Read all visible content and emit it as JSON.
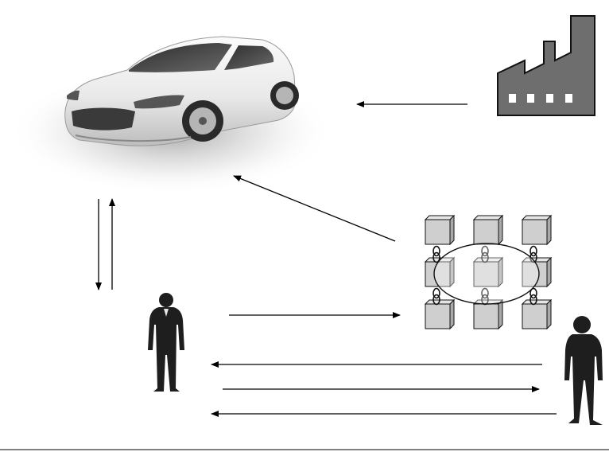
{
  "diagram": {
    "nodes": [
      {
        "id": "car",
        "icon": "car-icon"
      },
      {
        "id": "factory",
        "icon": "factory-icon"
      },
      {
        "id": "blockchain",
        "icon": "blockchain-icon"
      },
      {
        "id": "owner",
        "icon": "businessman-icon"
      },
      {
        "id": "buyer",
        "icon": "person-icon"
      }
    ],
    "edges": [
      {
        "from": "factory",
        "to": "car"
      },
      {
        "from": "blockchain",
        "to": "car"
      },
      {
        "from": "car",
        "to": "owner"
      },
      {
        "from": "owner",
        "to": "car"
      },
      {
        "from": "owner",
        "to": "blockchain"
      },
      {
        "from": "buyer",
        "to": "owner"
      },
      {
        "from": "owner",
        "to": "buyer"
      },
      {
        "from": "buyer",
        "to": "owner"
      }
    ]
  },
  "colors": {
    "factory_fill": "#6e6e6e",
    "factory_window": "#ffffff",
    "block_fill": "#cfcfcf",
    "block_top": "#e6e6e6",
    "block_side": "#a9a9a9",
    "figure_fill": "#1e1e1e",
    "arrow": "#000000"
  }
}
